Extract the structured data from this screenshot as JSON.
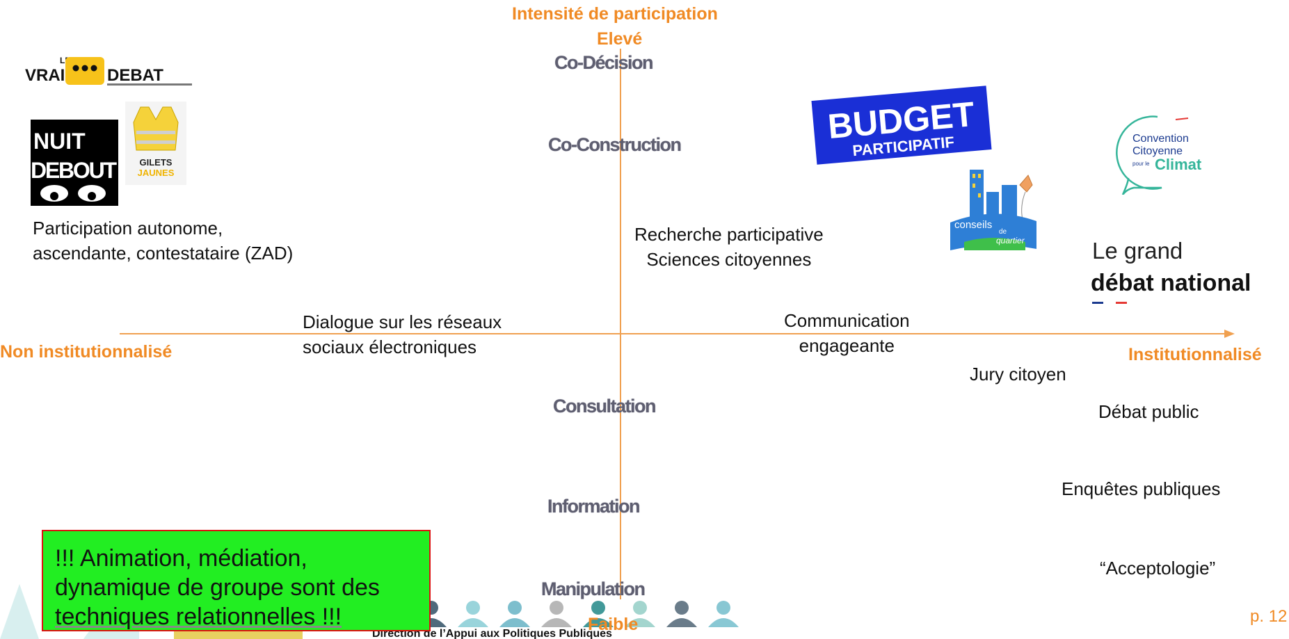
{
  "axes": {
    "y_title": "Intensité de participation",
    "y_top": "Elevé",
    "y_bottom": "Faible",
    "x_left": "Non institutionnalisé",
    "x_right": "Institutionnalisé"
  },
  "levels": [
    "Co-Décision",
    "Co-Construction",
    "Consultation",
    "Information",
    "Manipulation"
  ],
  "texts": {
    "autonome_line1": "Participation autonome,",
    "autonome_line2": "ascendante, contestataire (ZAD)",
    "recherche_line1": "Recherche participative",
    "recherche_line2": "Sciences citoyennes",
    "dialogue_line1": "Dialogue sur les réseaux",
    "dialogue_line2": "sociaux électroniques",
    "communication_line1": "Communication",
    "communication_line2": "engageante",
    "jury": "Jury citoyen",
    "debat_public": "Débat public",
    "enquetes": "Enquêtes publiques",
    "acceptologie": "“Acceptologie”"
  },
  "callout": {
    "line1": "!!! Animation, médiation,",
    "line2": "dynamique de groupe sont des",
    "line3": "techniques relationnelles !!!"
  },
  "footer": {
    "banner_text": "Direction de l’Appui aux Politiques Publiques",
    "page_number": "p. 12"
  },
  "logos": {
    "vrai_debat_le": "LE",
    "vrai_debat_vrai": "VRAI",
    "vrai_debat_debat": "DEBAT",
    "nuit_debout_1": "NUIT",
    "nuit_debout_2": "DEBOUT",
    "gilets_1": "GILETS",
    "gilets_2": "JAUNES",
    "budget_1": "BUDGET",
    "budget_2": "PARTICIPATIF",
    "convention_1": "Convention",
    "convention_2": "Citoyenne",
    "convention_3": "pour le",
    "convention_4": "Climat",
    "conseils_1": "conseils",
    "conseils_2": "de",
    "conseils_3": "quartier",
    "grand_debat_1": "Le grand",
    "grand_debat_2": "débat national"
  },
  "colors": {
    "axis": "#f0a050",
    "accent": "#f08a24",
    "level_text": "#5e5e70",
    "callout_bg": "#22ee22",
    "callout_border": "#dd1111",
    "budget_blue": "#1a2fd6"
  }
}
